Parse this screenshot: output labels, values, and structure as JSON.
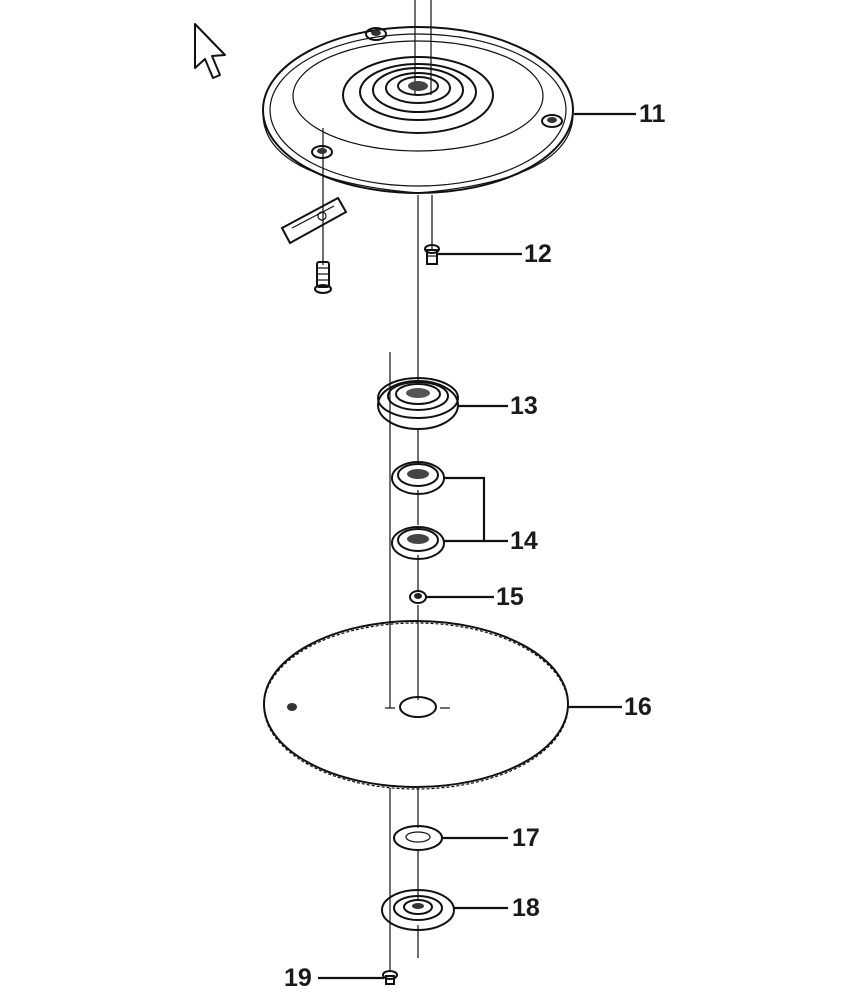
{
  "diagram": {
    "labels": [
      {
        "id": "11",
        "text": "11"
      },
      {
        "id": "12",
        "text": "12"
      },
      {
        "id": "13",
        "text": "13"
      },
      {
        "id": "14",
        "text": "14"
      },
      {
        "id": "15",
        "text": "15"
      },
      {
        "id": "16",
        "text": "16"
      },
      {
        "id": "17",
        "text": "17"
      },
      {
        "id": "18",
        "text": "18"
      },
      {
        "id": "19",
        "text": "19"
      }
    ]
  },
  "cursor": {
    "icon": "mouse-pointer-icon"
  }
}
